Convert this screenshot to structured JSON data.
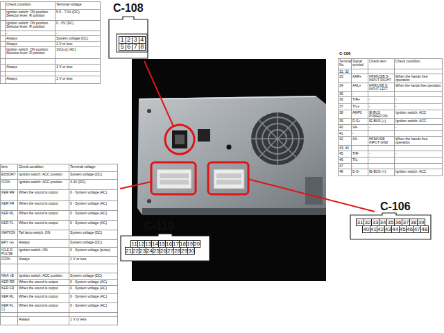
{
  "diagram": {
    "nodes": [
      {
        "text": [
          "C-108",
          "1",
          "2",
          "3",
          "4",
          "5",
          "6",
          "7",
          "8"
        ]
      },
      {
        "text": [
          "C-110",
          "11",
          "12",
          "13",
          "14",
          "15",
          "16",
          "17",
          "18",
          "19",
          "20",
          "21",
          "22",
          "23",
          "24",
          "25",
          "26",
          "27",
          "28",
          "29",
          "30"
        ]
      },
      {
        "text": [
          "C-106",
          "31",
          "32",
          "33",
          "34",
          "35",
          "36",
          "37",
          "38",
          "39",
          "40",
          "41",
          "42",
          "43",
          "44",
          "45",
          "46",
          "47",
          "48"
        ]
      }
    ],
    "labels": [
      "Check condition",
      "Terminal voltage",
      "Ignition switch: ON position Selector lever: R position",
      "5.5 - 7.0V (DC)",
      "Ignition switch: ON position Selector lever: R position",
      "0 - 5V (DC)",
      "-",
      "-",
      "Always",
      "System voltage (DC)",
      "Always",
      "1 V or less",
      "Ignition switch: ON position Selector lever: R position",
      "1V(p-p) (AC)",
      "Always",
      "1 V or less",
      "Always",
      "1 V or less",
      "item",
      "Check condition",
      "Terminal voltage",
      "ESSORY",
      "Ignition switch: ACC position",
      "System voltage (DC)",
      "ICON",
      "Ignition switch: ACC position",
      "3.3V (DC)",
      "KER RR",
      "When the sound is output",
      "0 - System voltage (AC)",
      "KER FR",
      "When the sound is output",
      "0 - System voltage (AC)",
      "KER RL",
      "When the sound is output",
      "0 - System voltage (AC)",
      "KER FL",
      "When the sound is output",
      "0 - System voltage (AC)",
      "INATION",
      "Tail lamp switch: ON",
      "System voltage (DC)",
      "ERY (+)",
      "Always",
      "System voltage (DC)",
      "ICLE D PULSE",
      "Ignition switch: ON",
      "0 - System voltage (pulse)",
      "ICON",
      "Always",
      "1 V or less",
      "NNA +B",
      "Ignition switch: ACC position",
      "System voltage (DC)",
      "KER RR",
      "When the sound is output",
      "0 - System voltage (AC)",
      "KER FR",
      "When the sound is output",
      "0 - System voltage (AC)",
      "KER RL",
      "When the sound is output",
      "0 - System voltage (AC)",
      "KER FL (-)",
      "When the sound is output",
      "0 - System voltage (AC)",
      "Always",
      "1 V or less",
      "C-106",
      "Terminal No.",
      "Signal symbol",
      "Check item",
      "Check condition",
      "31, 32",
      "33",
      "AAR+",
      "HFM/USB S-INPUT RIGHT",
      "When the hands free operation",
      "34",
      "AAL+",
      "HFM/USB S-INPUT LEFT",
      "When the hands free operation",
      "35",
      "-",
      "36",
      "TIR+",
      "-",
      "-",
      "37",
      "TIL+",
      "-",
      "-",
      "38",
      "AMP0",
      "IE-BUS POWER ON",
      "Ignition switch: ACC",
      "39",
      "D-S+",
      "IE-BUS (+)",
      "Ignition switch: ACC",
      "40",
      "VA-",
      "-",
      "-",
      "41",
      "-",
      "42",
      "AA-",
      "HFM/USB INPUT GND",
      "When the hands free operation",
      "43, 44",
      "-",
      "45",
      "TIR-",
      "-",
      "-",
      "46",
      "TIL-",
      "-",
      "-",
      "47",
      "-",
      "48",
      "D-S-",
      "IE-BUS (+)",
      "Ignition switch: ACC"
    ]
  }
}
